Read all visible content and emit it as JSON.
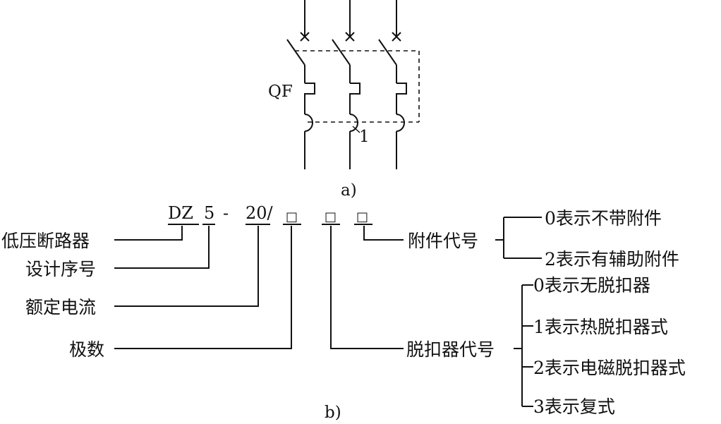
{
  "figure_a": {
    "component_label": "QF",
    "marker_label": "1",
    "caption": "a)"
  },
  "figure_b": {
    "code": {
      "series": "DZ",
      "design_no": "5",
      "dash": "-",
      "rated_current": "20/",
      "box_glyph": "□"
    },
    "left_labels": {
      "low_voltage_breaker": "低压断路器",
      "design_serial": "设计序号",
      "rated_current": "额定电流",
      "poles": "极数"
    },
    "accessory": {
      "label": "附件代号",
      "options": [
        "0表示不带附件",
        "2表示有辅助附件"
      ]
    },
    "release": {
      "label": "脱扣器代号",
      "options": [
        "0表示无脱扣器",
        "1表示热脱扣器式",
        "2表示电磁脱扣器式",
        "3表示复式"
      ]
    },
    "caption": "b)"
  }
}
